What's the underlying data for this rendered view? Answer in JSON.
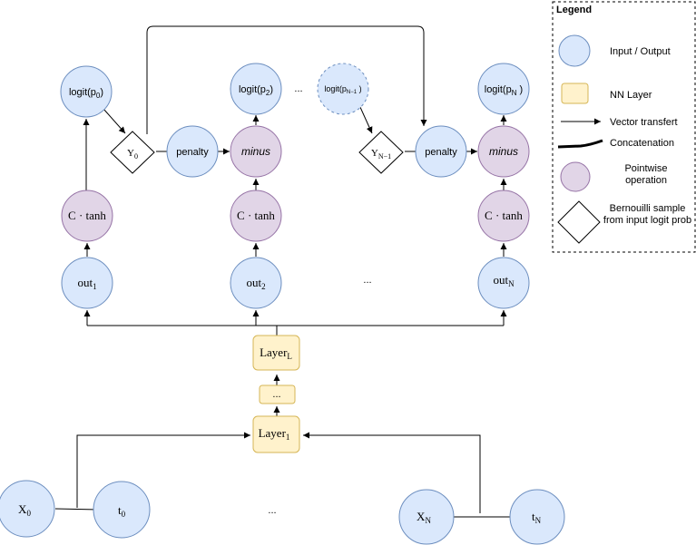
{
  "legend": {
    "title": "Legend",
    "items": [
      {
        "label": "Input / Output"
      },
      {
        "label": "NN Layer"
      },
      {
        "label": "Vector transfert"
      },
      {
        "label": "Concatenation"
      },
      {
        "label": "Pointwise operation"
      },
      {
        "label": "Bernouilli sample from input logit prob"
      }
    ]
  },
  "nodes": {
    "logit_p0": {
      "base": "logit(p",
      "sub": "0",
      "tail": ")"
    },
    "logit_p2": {
      "base": "logit(p",
      "sub": "2",
      "tail": ")"
    },
    "logit_pN1": {
      "base": "logit(p",
      "sub": "N−1",
      "tail": " )"
    },
    "logit_pN": {
      "base": "logit(p",
      "sub": "N",
      "tail": " )"
    },
    "y0": {
      "base": "Y",
      "sub": "0"
    },
    "yN1": {
      "base": "Y",
      "sub": "N−1"
    },
    "penalty_1": "penalty",
    "penalty_2": "penalty",
    "minus_1": "minus",
    "minus_2": "minus",
    "ctanh_1": "C · tanh",
    "ctanh_2": "C · tanh",
    "ctanh_3": "C · tanh",
    "out1": {
      "base": "out",
      "sub": "1"
    },
    "out2": {
      "base": "out",
      "sub": "2"
    },
    "outN": {
      "base": "out",
      "sub": "N"
    },
    "layerL": {
      "base": "Layer",
      "sub": "L"
    },
    "layer_mid": "...",
    "layer1": {
      "base": "Layer",
      "sub": "1"
    },
    "x0": {
      "base": "X",
      "sub": "0"
    },
    "t0": {
      "base": "t",
      "sub": "0"
    },
    "xN": {
      "base": "X",
      "sub": "N"
    },
    "tN": {
      "base": "t",
      "sub": "N"
    }
  },
  "ellipses": {
    "top": "...",
    "middle": "...",
    "bottom": "..."
  }
}
